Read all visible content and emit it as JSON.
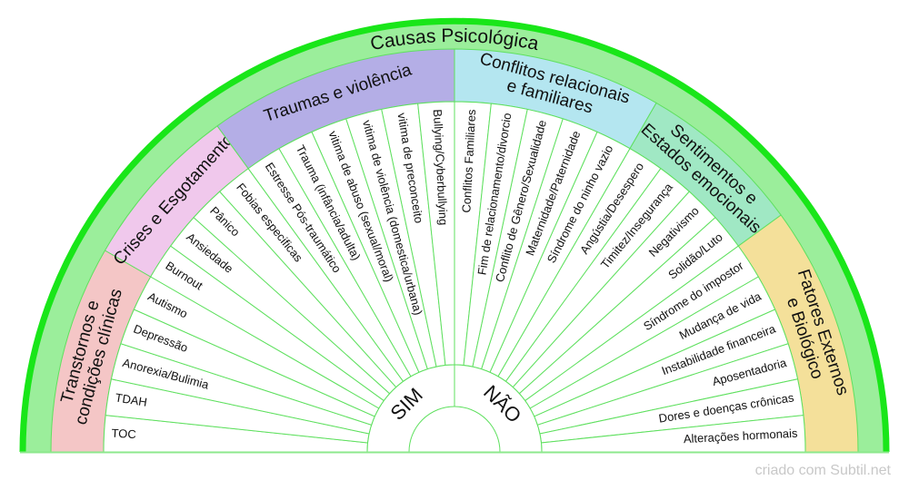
{
  "title": "Causas Psicológica",
  "center_labels": {
    "left": "SIM",
    "right": "NÃO"
  },
  "watermark": "criado com Subtil.net",
  "colors": {
    "outer_ring_stroke": "#19e619",
    "outer_ring_fill": "#9bee9b",
    "divider_lines": "#5fe05f",
    "item_fill": "#ffffff"
  },
  "categories": [
    {
      "label_lines": [
        "Transtornos e",
        "condições clínicas"
      ],
      "color": "#f4c6c6",
      "items": [
        "TOC",
        "TDAH",
        "Anorexia/Bulimia",
        "Depressão",
        "Autismo"
      ]
    },
    {
      "label_lines": [
        "Crises e Esgotamento"
      ],
      "color": "#f0c8ec",
      "items": [
        "Burnout",
        "Ansiedade",
        "Pânico",
        "Fobias especificas"
      ]
    },
    {
      "label_lines": [
        "Traumas e violência"
      ],
      "color": "#b4aee6",
      "items": [
        "Estresse Pós-traumático",
        "Trauma (infância/adulta)",
        "vitima de abuso (sexual/moral)",
        "vitima de violência (domestica/urbana)",
        "vitima de preconceito",
        "Bullying/Cyberbullying"
      ]
    },
    {
      "label_lines": [
        "Conflitos relacionais",
        "e familiares"
      ],
      "color": "#b4e6f0",
      "items": [
        "Conflitos Familiares",
        "Fim de relacionamento/divorcio",
        "Conflito de Gênero/Sexualidade",
        "Maternidade/Paternidade",
        "Síndrome do ninho vazio"
      ]
    },
    {
      "label_lines": [
        "Sentimentos e",
        "Estados emocionais"
      ],
      "color": "#a0e8c4",
      "items": [
        "Angústia/Desespero",
        "Timitez/Insegurança",
        "Negativismo",
        "Solidão/Luto"
      ]
    },
    {
      "label_lines": [
        "Fatores Externos",
        "e Biológico"
      ],
      "color": "#f4e09a",
      "items": [
        "Síndrome do impostor",
        "Mudança de vida",
        "Instabilidade financeira",
        "Aposentadoria",
        "Dores e doenças crônicas",
        "Alterações hormonais"
      ]
    }
  ]
}
